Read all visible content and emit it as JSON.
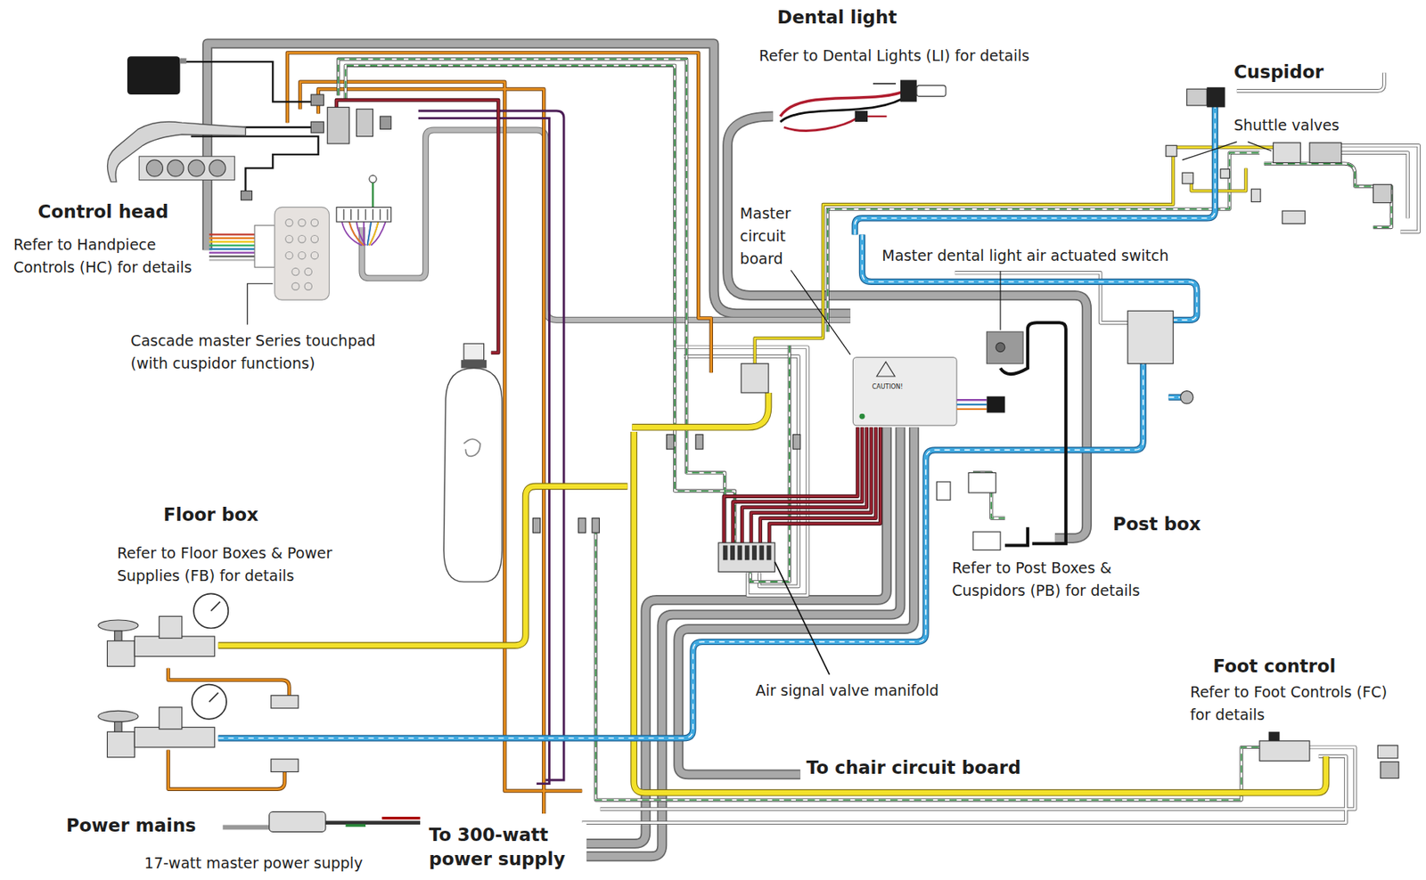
{
  "diagram": {
    "labels": [
      "Dental light",
      "Refer to Dental Lights (LI) for details",
      "Cuspidor",
      "Shuttle valves",
      "Control head",
      "Refer to Handpiece Controls (HC) for details",
      "Master circuit board",
      "Master dental light air actuated switch",
      "Cascade master Series touchpad (with cuspidor functions)",
      "Floor box",
      "Refer to Floor Boxes & Power Supplies (FB) for details",
      "Post box",
      "Refer to Post Boxes & Cuspidors (PB) for details",
      "Air signal valve manifold",
      "Foot control",
      "Refer to Foot Controls (FC) for details",
      "To chair circuit board",
      "Power mains",
      "17-watt master power supply",
      "To 300-watt power supply",
      "CAUTION!"
    ]
  }
}
